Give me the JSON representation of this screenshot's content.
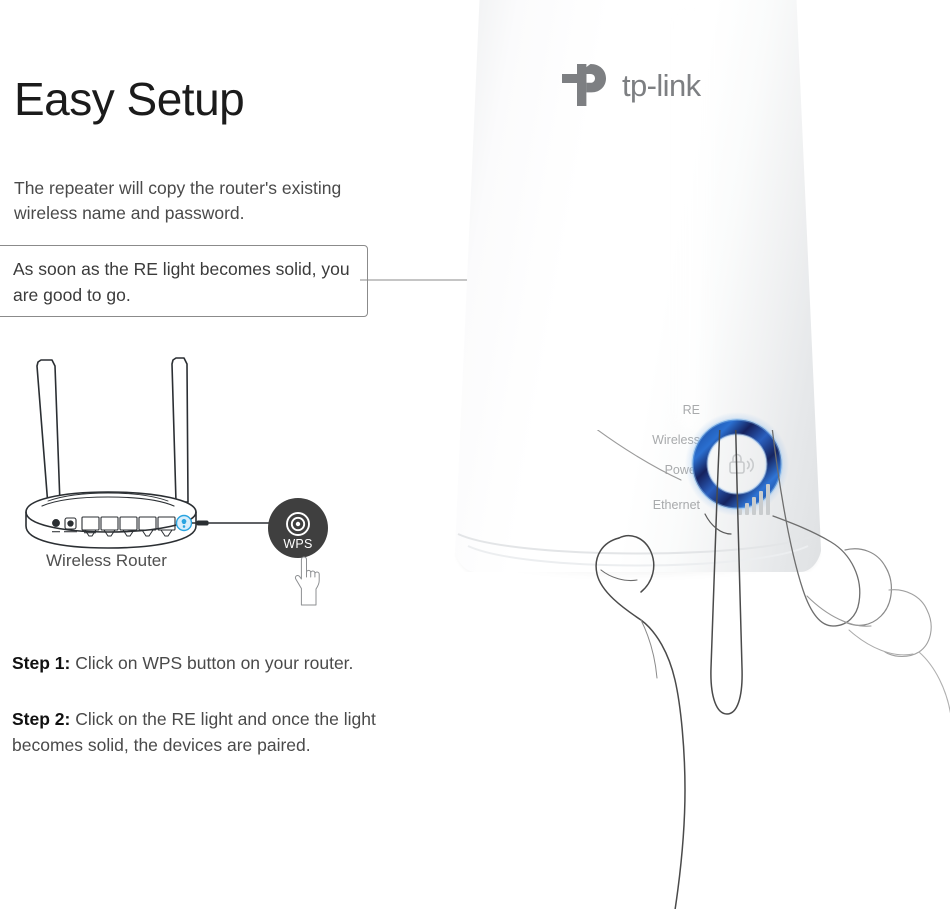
{
  "page": {
    "title": "Easy Setup",
    "intro": "The repeater will copy the router's existing wireless name and password."
  },
  "callout": {
    "text": "As soon as the RE light becomes solid, you are good to go."
  },
  "router": {
    "label": "Wireless Router",
    "wps_badge_label": "WPS",
    "wps_icon": "concentric-circle-icon",
    "hand_icon": "pointing-hand-icon"
  },
  "steps": [
    {
      "label": "Step 1:",
      "text": " Click on WPS button on your router."
    },
    {
      "label": "Step 2:",
      "text": " Click on the RE light and once the light becomes solid, the devices are paired."
    }
  ],
  "device": {
    "brand": "tp-link",
    "brand_mark": "tp-link-logo-icon",
    "led_labels": [
      "RE",
      "Wireless",
      "Power",
      "Ethernet"
    ],
    "wps_button_icon": "lock-wps-icon",
    "signal_icon": "signal-bars-icon",
    "ring_color": "#1b4fa8",
    "ring_color_dark": "#15215e",
    "ring_glow": "#6fa8e8"
  },
  "colors": {
    "title": "#1b1b1b",
    "body_text": "#4a4a4a",
    "led_text": "#a8aaac",
    "callout_border": "#8b8b8b",
    "wps_badge_bg": "#3f3f3f",
    "router_line": "#2b2f33",
    "router_accent": "#2aa4e0"
  }
}
